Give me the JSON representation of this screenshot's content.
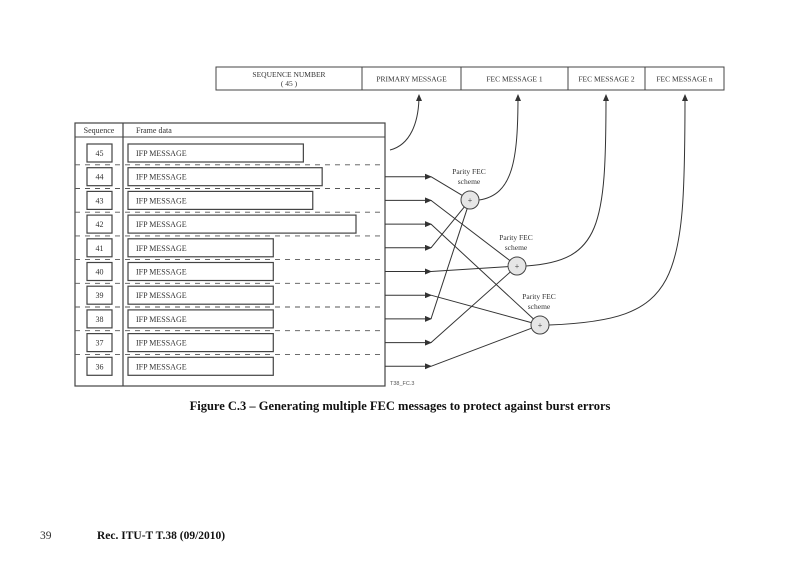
{
  "header_fields": [
    {
      "label": "SEQUENCE NUMBER",
      "sub": "( 45 )"
    },
    {
      "label": "PRIMARY MESSAGE",
      "sub": ""
    },
    {
      "label": "FEC MESSAGE 1",
      "sub": ""
    },
    {
      "label": "FEC MESSAGE 2",
      "sub": ""
    },
    {
      "label": "FEC MESSAGE n",
      "sub": ""
    }
  ],
  "table": {
    "col_sequence": "Sequence",
    "col_frame": "Frame data",
    "rows": [
      {
        "seq": "45",
        "msg": "IFP MESSAGE",
        "len": 0.72
      },
      {
        "seq": "44",
        "msg": "IFP MESSAGE",
        "len": 0.82
      },
      {
        "seq": "43",
        "msg": "IFP MESSAGE",
        "len": 0.77
      },
      {
        "seq": "42",
        "msg": "IFP MESSAGE",
        "len": 1.0
      },
      {
        "seq": "41",
        "msg": "IFP MESSAGE",
        "len": 0.56
      },
      {
        "seq": "40",
        "msg": "IFP MESSAGE",
        "len": 0.56
      },
      {
        "seq": "39",
        "msg": "IFP MESSAGE",
        "len": 0.56
      },
      {
        "seq": "38",
        "msg": "IFP MESSAGE",
        "len": 0.56
      },
      {
        "seq": "37",
        "msg": "IFP MESSAGE",
        "len": 0.56
      },
      {
        "seq": "36",
        "msg": "IFP MESSAGE",
        "len": 0.56
      }
    ]
  },
  "fec_schemes": [
    {
      "label_line1": "Parity FEC",
      "label_line2": "scheme",
      "symbol": "+",
      "inputs": [
        "44",
        "41",
        "38"
      ],
      "output": "FEC MESSAGE 1"
    },
    {
      "label_line1": "Parity FEC",
      "label_line2": "scheme",
      "symbol": "+",
      "inputs": [
        "43",
        "40",
        "37"
      ],
      "output": "FEC MESSAGE 2"
    },
    {
      "label_line1": "Parity FEC",
      "label_line2": "scheme",
      "symbol": "+",
      "inputs": [
        "42",
        "39",
        "36"
      ],
      "output": "FEC MESSAGE n"
    }
  ],
  "primary_source": "45",
  "figure_id": "T38_FC.3",
  "caption": "Figure C.3 – Generating multiple FEC messages to protect against burst errors",
  "footer": {
    "page": "39",
    "rec": "Rec. ITU-T T.38 (09/2010)"
  },
  "colors": {
    "line": "#333333",
    "circle_fill": "#e6e6e6"
  }
}
